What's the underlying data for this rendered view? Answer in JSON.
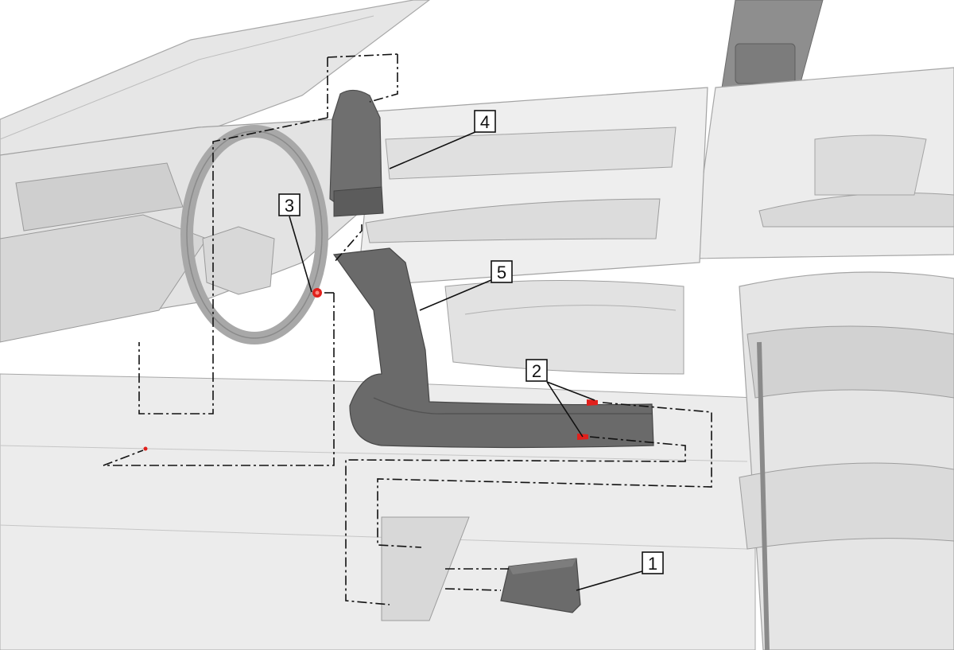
{
  "diagram": {
    "callouts": [
      {
        "id": "1",
        "label": "1"
      },
      {
        "id": "2",
        "label": "2"
      },
      {
        "id": "3",
        "label": "3"
      },
      {
        "id": "4",
        "label": "4"
      },
      {
        "id": "5",
        "label": "5"
      }
    ],
    "colors": {
      "background": "#ffffff",
      "body_light": "#ececec",
      "body_mid": "#d4d4d4",
      "outline": "#9a9a9a",
      "part_dark": "#6d6d6d",
      "part_darker": "#555555",
      "fastener_red": "#e0201c",
      "leader": "#111111"
    }
  }
}
